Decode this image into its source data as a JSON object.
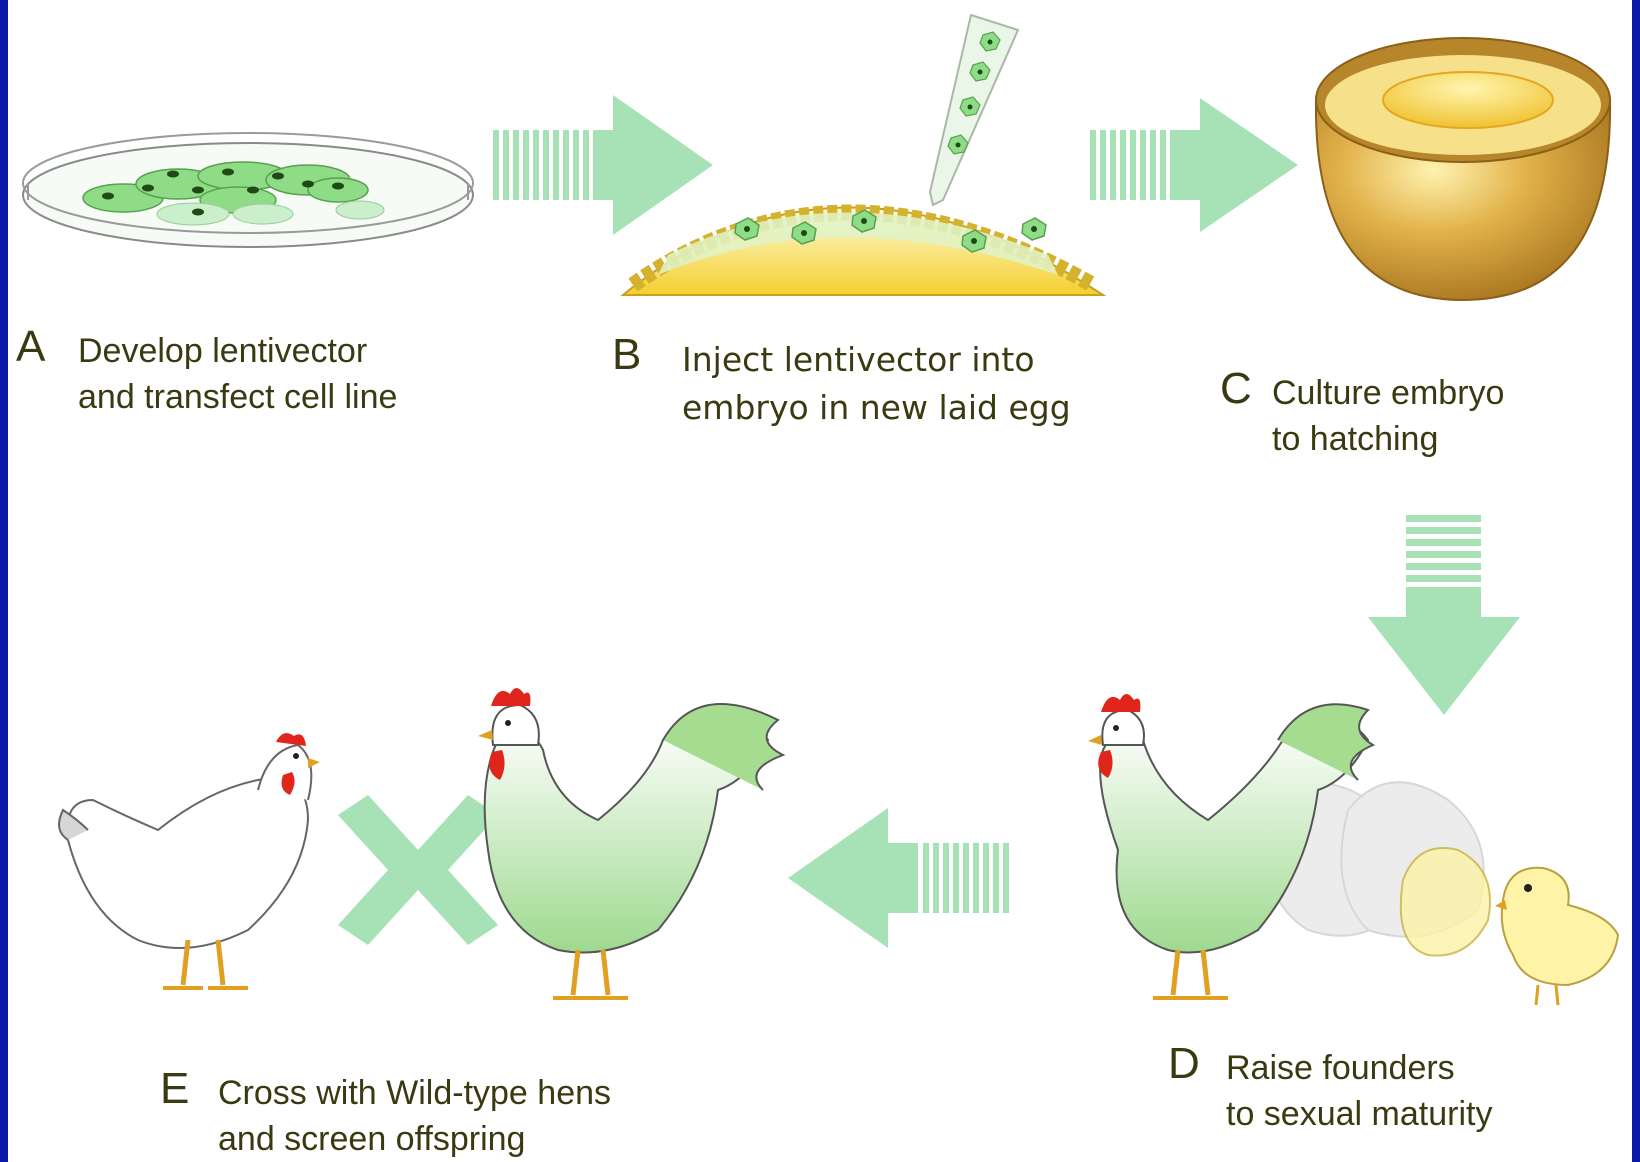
{
  "steps": [
    {
      "letter": "A",
      "lines": [
        "Develop  lentivector",
        "and transfect cell line"
      ]
    },
    {
      "letter": "B",
      "lines": [
        "Inject lentivector into",
        "embryo in new laid egg"
      ]
    },
    {
      "letter": "C",
      "lines": [
        "Culture embryo",
        "to hatching"
      ]
    },
    {
      "letter": "D",
      "lines": [
        "Raise founders",
        "to sexual maturity"
      ]
    },
    {
      "letter": "E",
      "lines": [
        "Cross with Wild-type hens",
        "and screen offspring"
      ]
    }
  ],
  "colors": {
    "border": "#0a1aa6",
    "arrow": "#a6e2b6",
    "cell": "#8fdc86",
    "text": "#3a3a12",
    "yolk": "#f2c84a",
    "comb": "#e0261c"
  },
  "icons": [
    "petri-dish-icon",
    "embryo-injection-icon",
    "egg-culture-cup-icon",
    "hen-icon",
    "rooster-icon",
    "chicks-icon",
    "cross-symbol-icon"
  ]
}
